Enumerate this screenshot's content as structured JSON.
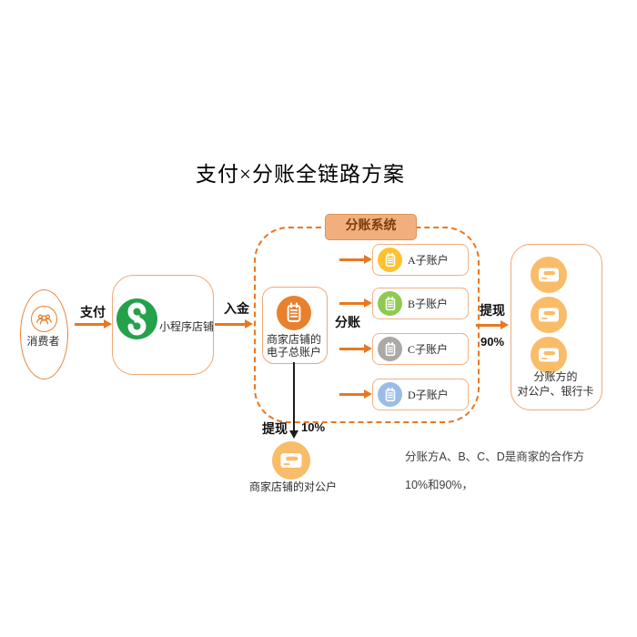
{
  "title": "支付×分账全链路方案",
  "colors": {
    "accent_orange": "#E87722",
    "box_border": "#F0A875",
    "merchant_icon_circle": "#E8802D",
    "card_circle": "#F9BC68",
    "wechat_green": "#23A14B",
    "badge_bg": "#F2AF7D",
    "badge_text": "#7C3D0E"
  },
  "system_badge": "分账系统",
  "nodes": {
    "consumer": {
      "label": "消费者"
    },
    "miniprogram": {
      "label": "小程序店铺"
    },
    "merchant_account": {
      "label_line1": "商家店铺的",
      "label_line2": "电子总账户"
    },
    "sub_accounts": [
      {
        "label": "A子账户",
        "color": "#FFC12E"
      },
      {
        "label": "B子账户",
        "color": "#8DCB4F"
      },
      {
        "label": "C子账户",
        "color": "#ACA8A7"
      },
      {
        "label": "D子账户",
        "color": "#9BBCE8"
      }
    ],
    "merchant_corporate": {
      "label": "商家店铺的对公户"
    },
    "split_parties": {
      "label_line1": "分账方的",
      "label_line2": "对公户、银行卡"
    }
  },
  "edges": {
    "pay": "支付",
    "deposit": "入金",
    "split": "分账",
    "withdraw_down": {
      "label": "提现",
      "percent": "10%"
    },
    "withdraw_right": {
      "label": "提现",
      "percent": "90%"
    }
  },
  "notes": [
    "分账方A、B、C、D是商家的合作方",
    "10%和90%，"
  ]
}
